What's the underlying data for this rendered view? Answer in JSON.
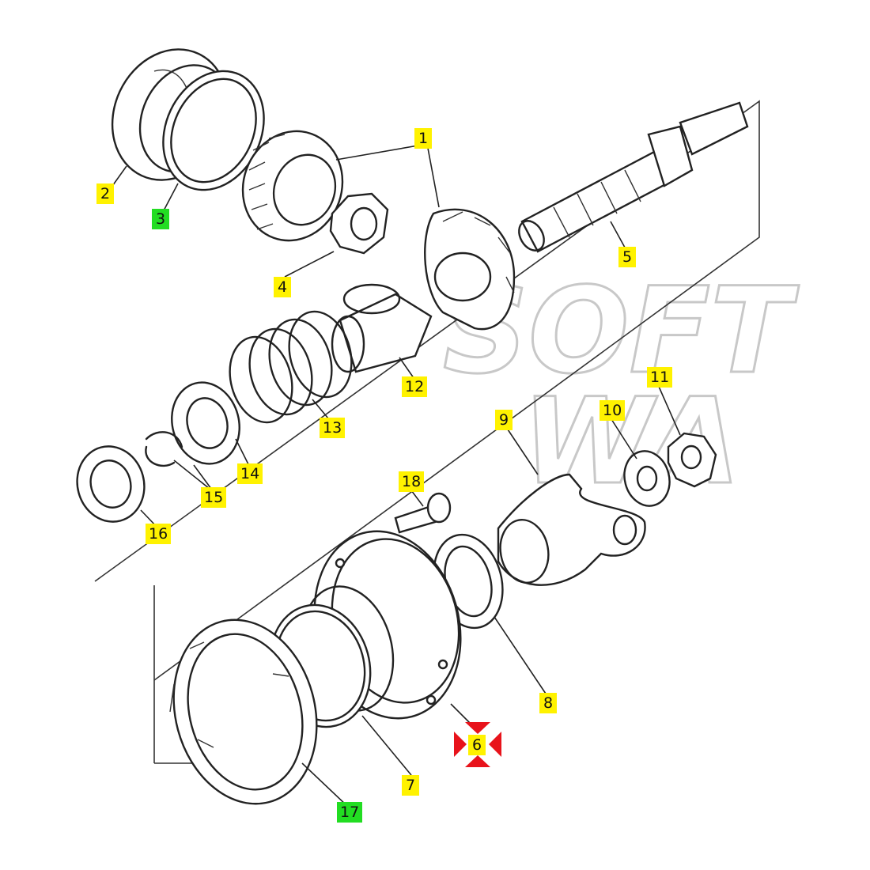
{
  "watermark": {
    "line1": "SOFT",
    "line2": "WA"
  },
  "colors": {
    "yellow_label": "#fff200",
    "green_label": "#22dd22",
    "red_marker": "#e8131b"
  },
  "callouts": [
    {
      "id": "1",
      "label": "1",
      "style": "yellow"
    },
    {
      "id": "2",
      "label": "2",
      "style": "yellow"
    },
    {
      "id": "3",
      "label": "3",
      "style": "green"
    },
    {
      "id": "4",
      "label": "4",
      "style": "yellow"
    },
    {
      "id": "5",
      "label": "5",
      "style": "yellow"
    },
    {
      "id": "6",
      "label": "6",
      "style": "yellow",
      "highlighted": true
    },
    {
      "id": "7",
      "label": "7",
      "style": "yellow"
    },
    {
      "id": "8",
      "label": "8",
      "style": "yellow"
    },
    {
      "id": "9",
      "label": "9",
      "style": "yellow"
    },
    {
      "id": "10",
      "label": "10",
      "style": "yellow"
    },
    {
      "id": "11",
      "label": "11",
      "style": "yellow"
    },
    {
      "id": "12",
      "label": "12",
      "style": "yellow"
    },
    {
      "id": "13",
      "label": "13",
      "style": "yellow"
    },
    {
      "id": "14",
      "label": "14",
      "style": "yellow"
    },
    {
      "id": "15",
      "label": "15",
      "style": "yellow"
    },
    {
      "id": "16",
      "label": "16",
      "style": "yellow"
    },
    {
      "id": "17",
      "label": "17",
      "style": "green"
    },
    {
      "id": "18",
      "label": "18",
      "style": "yellow"
    }
  ]
}
